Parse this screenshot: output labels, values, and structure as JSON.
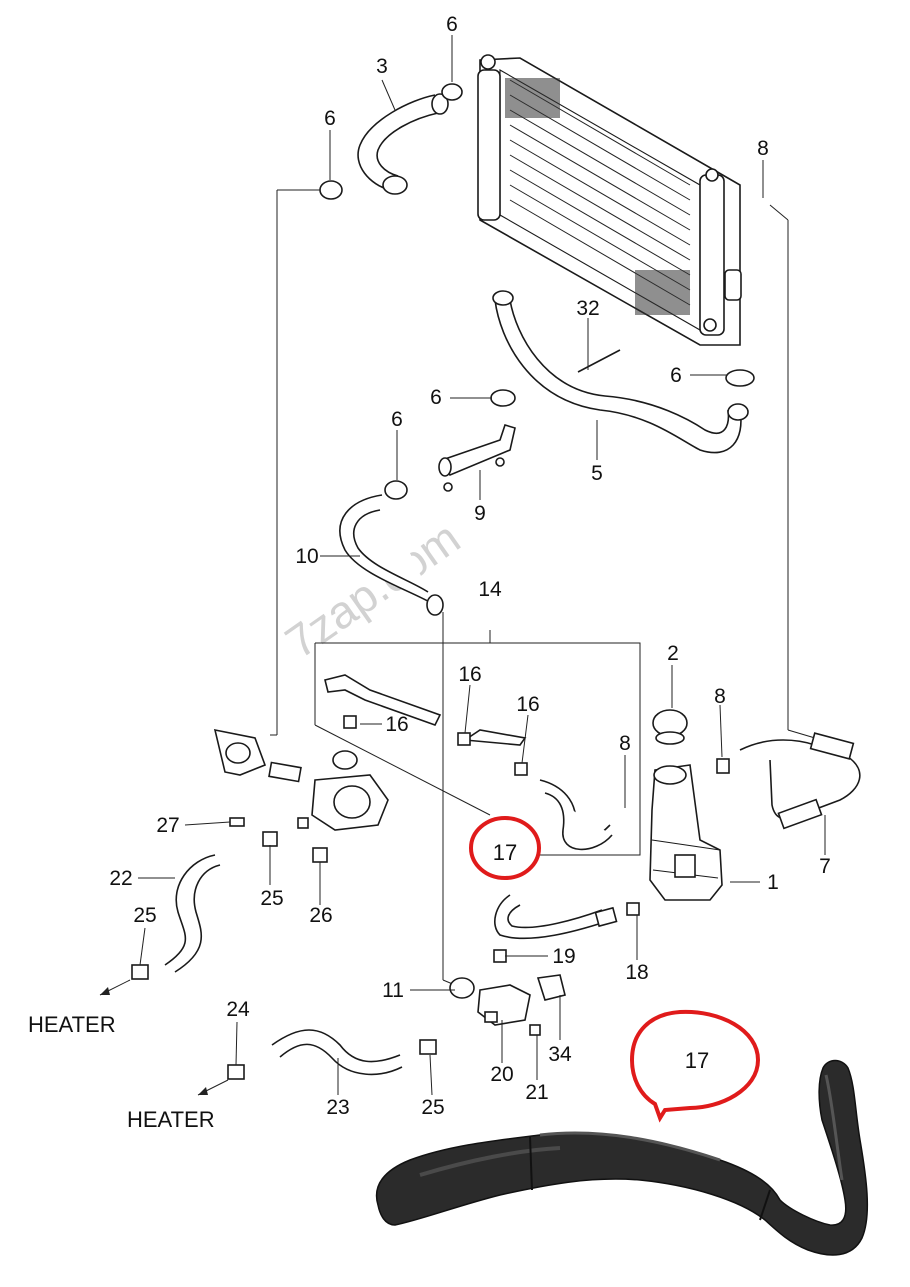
{
  "watermark": "7zap.com",
  "labels": {
    "p1": "1",
    "p2": "2",
    "p3": "3",
    "p5": "5",
    "p6a": "6",
    "p6b": "6",
    "p6c": "6",
    "p6d": "6",
    "p6e": "6",
    "p7": "7",
    "p8a": "8",
    "p8b": "8",
    "p8c": "8",
    "p9": "9",
    "p10": "10",
    "p11": "11",
    "p14": "14",
    "p16a": "16",
    "p16b": "16",
    "p16c": "16",
    "p17": "17",
    "p18": "18",
    "p19": "19",
    "p20": "20",
    "p21": "21",
    "p22": "22",
    "p23": "23",
    "p24": "24",
    "p25a": "25",
    "p25b": "25",
    "p25c": "25",
    "p26": "26",
    "p27": "27",
    "p32": "32",
    "p34": "34"
  },
  "heater_top": "HEATER",
  "heater_bottom": "HEATER",
  "photo_callout": "17",
  "highlight_color": "#e01b1b",
  "hose_photo_color": "#2b2b2b"
}
